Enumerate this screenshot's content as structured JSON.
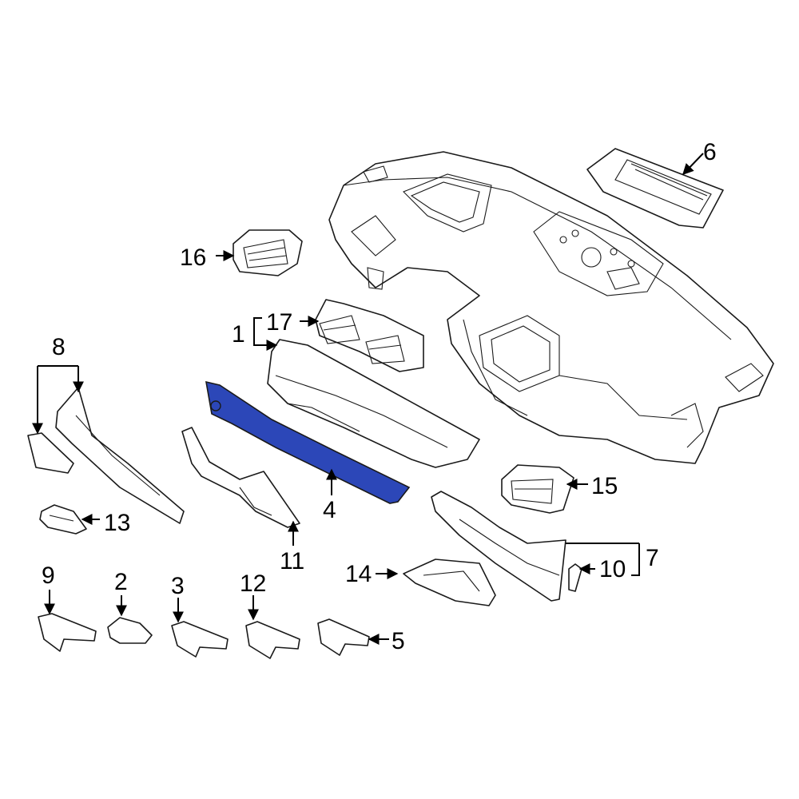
{
  "colors": {
    "highlight": "#2c47b8",
    "line": "#1a1a1a",
    "background": "#ffffff"
  },
  "callouts": {
    "c1": "1",
    "c2": "2",
    "c3": "3",
    "c4": "4",
    "c5": "5",
    "c6": "6",
    "c7": "7",
    "c8": "8",
    "c9": "9",
    "c10": "10",
    "c11": "11",
    "c12": "12",
    "c13": "13",
    "c14": "14",
    "c15": "15",
    "c16": "16",
    "c17": "17"
  }
}
